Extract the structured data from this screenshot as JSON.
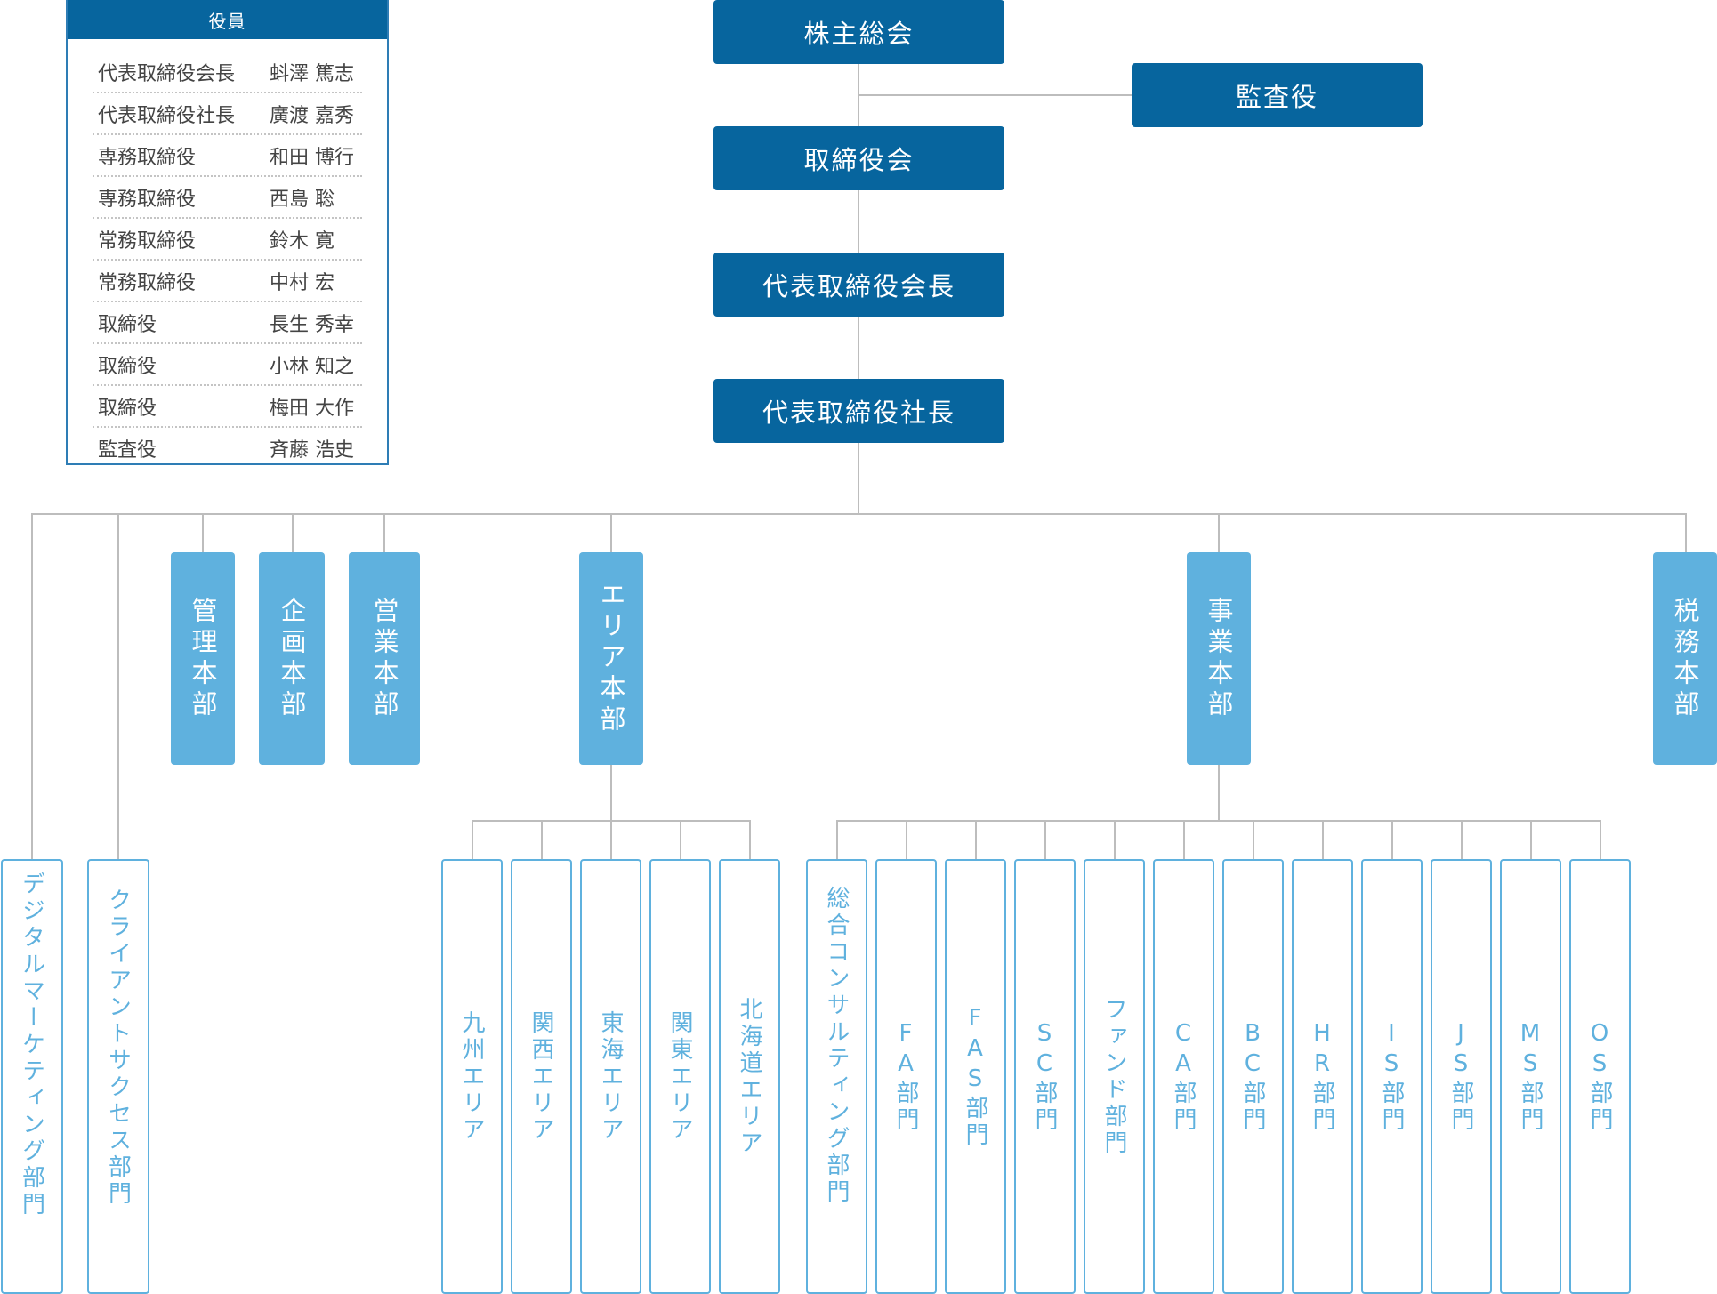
{
  "officers": {
    "header": "役員",
    "rows": [
      {
        "title": "代表取締役会長",
        "name": "蚪澤 篤志"
      },
      {
        "title": "代表取締役社長",
        "name": "廣渡 嘉秀"
      },
      {
        "title": "専務取締役",
        "name": "和田 博行"
      },
      {
        "title": "専務取締役",
        "name": "西島 聡"
      },
      {
        "title": "常務取締役",
        "name": "鈴木 寛"
      },
      {
        "title": "常務取締役",
        "name": "中村 宏"
      },
      {
        "title": "取締役",
        "name": "長生 秀幸"
      },
      {
        "title": "取締役",
        "name": "小林 知之"
      },
      {
        "title": "取締役",
        "name": "梅田 大作"
      },
      {
        "title": "監査役",
        "name": "斉藤 浩史"
      }
    ]
  },
  "top_chain": {
    "shareholders": "株主総会",
    "auditor": "監査役",
    "board": "取締役会",
    "chairman": "代表取締役会長",
    "president": "代表取締役社長"
  },
  "divisions": {
    "admin": "管理本部",
    "planning": "企画本部",
    "sales": "営業本部",
    "area": "エリア本部",
    "business": "事業本部",
    "tax": "税務本部"
  },
  "direct_departments": {
    "digital_marketing": "デジタルマーケティング部門",
    "client_success": "クライアントサクセス部門"
  },
  "area_units": [
    "九州エリア",
    "関西エリア",
    "東海エリア",
    "関東エリア",
    "北海道エリア"
  ],
  "business_units": [
    "総合コンサルティング部門",
    "FA部門",
    "FAS部門",
    "SC部門",
    "ファンド部門",
    "CA部門",
    "BC部門",
    "HR部門",
    "IS部門",
    "JS部門",
    "MS部門",
    "OS部門"
  ],
  "colors": {
    "primary_dark": "#07659e",
    "primary_light": "#5fb1de",
    "connector": "#bdbdbd"
  }
}
